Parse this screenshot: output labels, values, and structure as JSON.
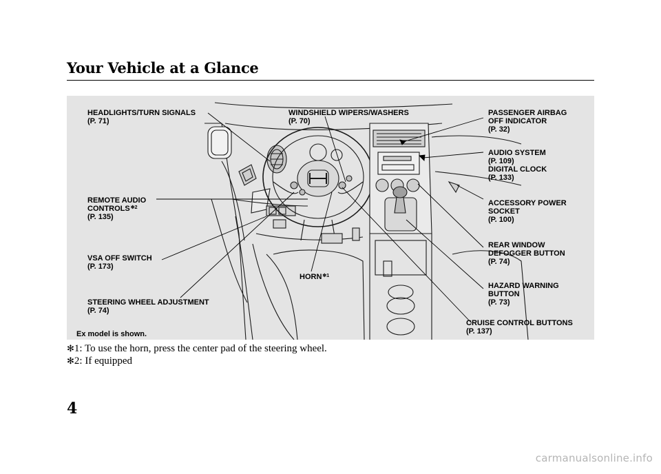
{
  "header": {
    "title": "Your Vehicle at a Glance"
  },
  "figure": {
    "caption": "Ex model is shown.",
    "callouts": {
      "headlights": [
        "HEADLIGHTS/TURN SIGNALS",
        "(P. 71)"
      ],
      "remote_audio": [
        "REMOTE AUDIO",
        "CONTROLS",
        "(P. 135)"
      ],
      "remote_audio_mark": "✻2",
      "vsa": [
        "VSA OFF SWITCH",
        "(P. 173)"
      ],
      "steering": [
        "STEERING WHEEL ADJUSTMENT",
        "(P. 74)"
      ],
      "wipers": [
        "WINDSHIELD WIPERS/WASHERS",
        "(P. 70)"
      ],
      "horn": "HORN",
      "horn_mark": "✻1",
      "airbag": [
        "PASSENGER AIRBAG",
        "OFF INDICATOR",
        "(P. 32)"
      ],
      "audio": [
        "AUDIO SYSTEM",
        "(P. 109)",
        "DIGITAL CLOCK",
        "(P. 133)"
      ],
      "power_socket": [
        "ACCESSORY POWER",
        "SOCKET",
        "(P. 100)"
      ],
      "defogger": [
        "REAR WINDOW",
        "DEFOGGER BUTTON",
        "(P. 74)"
      ],
      "hazard": [
        "HAZARD WARNING",
        "BUTTON",
        "(P. 73)"
      ],
      "cruise": [
        "CRUISE CONTROL BUTTONS",
        "(P. 137)"
      ]
    }
  },
  "footnotes": [
    {
      "mark": "✻",
      "text": "1: To use the horn, press the center pad of the steering wheel."
    },
    {
      "mark": "✻",
      "text": "2: If equipped"
    }
  ],
  "page_number": "4",
  "watermark": "carmanualsonline.info"
}
